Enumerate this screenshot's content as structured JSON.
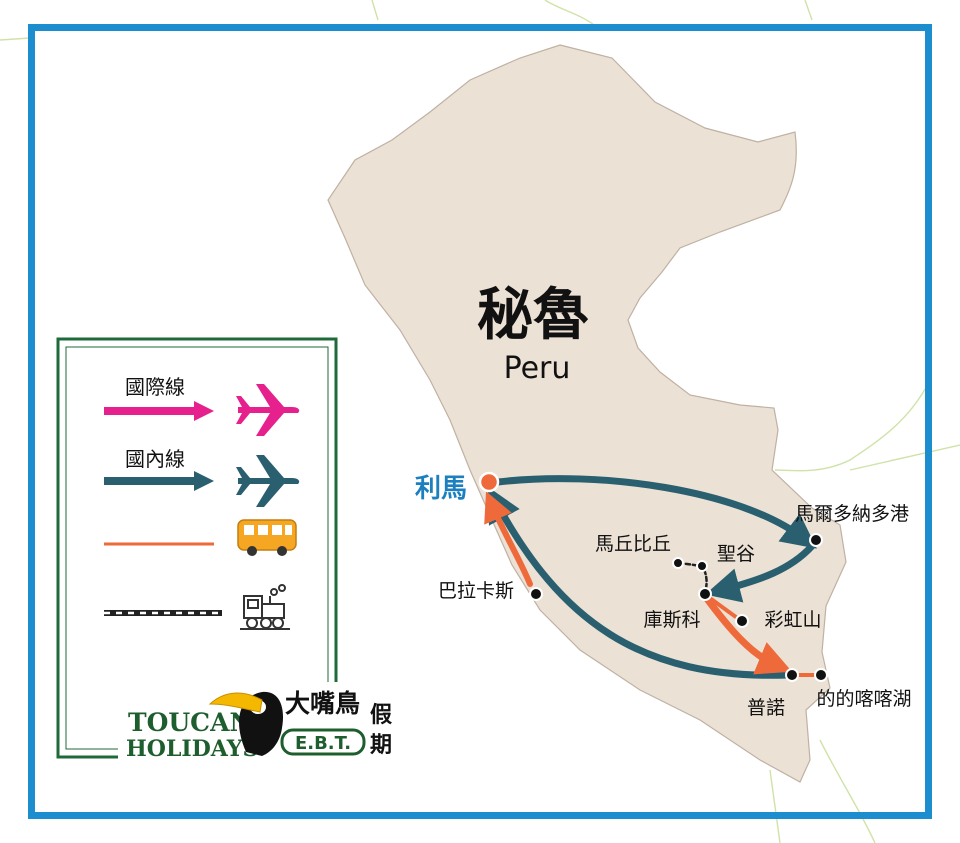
{
  "map": {
    "title_zh": "秘魯",
    "title_en": "Peru"
  },
  "cities": {
    "lima": "利馬",
    "paracas": "巴拉卡斯",
    "puerto_maldonado": "馬爾多納多港",
    "machu_picchu": "馬丘比丘",
    "sacred_valley": "聖谷",
    "cusco": "庫斯科",
    "rainbow_mountain": "彩虹山",
    "puno": "普諾",
    "titicaca": "的的喀喀湖"
  },
  "legend": {
    "international": "國際線",
    "domestic": "國內線"
  },
  "logo": {
    "line1": "TOUCAN",
    "line2": "HOLIDAYS",
    "cjk_top": "大嘴鳥",
    "cjk_side_1": "假",
    "cjk_side_2": "期",
    "badge": "E.B.T."
  },
  "colors": {
    "frame": "#1c8ed0",
    "land": "#ece1d5",
    "international": "#e6208c",
    "domestic": "#2a5f6f",
    "bus": "#ef6a3b",
    "legend_border": "#1e6b3a",
    "lima_label": "#1c7fc0"
  }
}
